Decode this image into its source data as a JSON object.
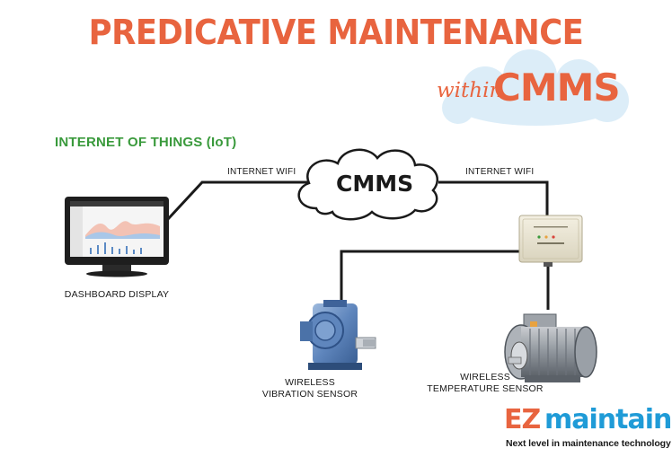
{
  "header": {
    "title": "PREDICATIVE MAINTENANCE",
    "within": "within",
    "cmms": "CMMS"
  },
  "diagram": {
    "section_label": "INTERNET OF THINGS (IoT)",
    "cloud_label": "CMMS",
    "link_left_label": "INTERNET WIFI",
    "link_right_label": "INTERNET WIFI",
    "dashboard_label": "DASHBOARD DISPLAY",
    "vibration_label_line1": "WIRELESS",
    "vibration_label_line2": "VIBRATION  SENSOR",
    "temperature_label_line1": "WIRELESS",
    "temperature_label_line2": "TEMPERATURE  SENSOR"
  },
  "brand": {
    "logo_ez": "EZ",
    "logo_rest": "maintain",
    "tagline": "Next level in maintenance technology"
  },
  "colors": {
    "title_orange": "#e8643f",
    "iot_green": "#3a9a3c",
    "brand_blue": "#1f9bd7",
    "connector": "#1a1a1a",
    "title_cloud": "#d6eaf6"
  },
  "icons": [
    "cloud-icon",
    "monitor-icon",
    "gateway-icon",
    "gearbox-icon",
    "motor-icon"
  ]
}
